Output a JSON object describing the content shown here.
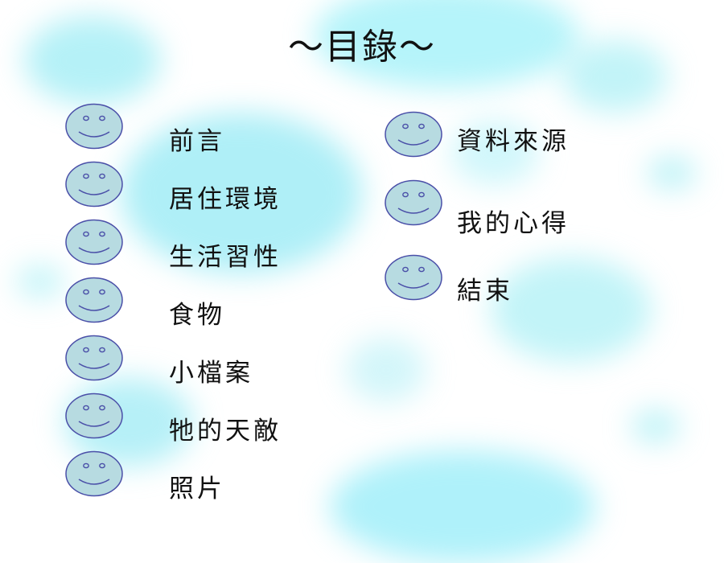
{
  "slide": {
    "title": "～目錄～",
    "accent_color": "#7fe7f2",
    "smiley_fill": "#b7dbe1",
    "smiley_stroke": "#4a4fa8",
    "left_items": [
      {
        "label": "前言",
        "icon": "smiley-face-icon"
      },
      {
        "label": "居住環境",
        "icon": "smiley-face-icon"
      },
      {
        "label": "生活習性",
        "icon": "smiley-face-icon"
      },
      {
        "label": "食物",
        "icon": "smiley-face-icon"
      },
      {
        "label": "小檔案",
        "icon": "smiley-face-icon"
      },
      {
        "label": "牠的天敵",
        "icon": "smiley-face-icon"
      },
      {
        "label": "照片",
        "icon": "smiley-face-icon"
      }
    ],
    "right_items": [
      {
        "label": "資料來源",
        "icon": "smiley-face-icon"
      },
      {
        "label": "我的心得",
        "icon": "smiley-face-icon"
      },
      {
        "label": "結束",
        "icon": "smiley-face-icon"
      }
    ]
  }
}
